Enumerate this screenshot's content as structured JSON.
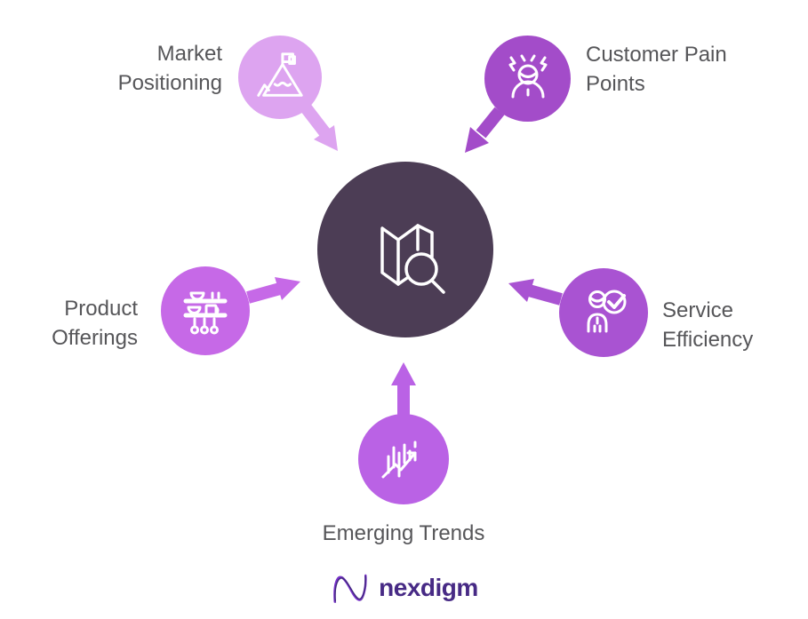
{
  "center": {
    "icon": "map-search-icon",
    "color": "#4c3d55",
    "icon_color": "#ffffff"
  },
  "nodes": [
    {
      "id": "market-positioning",
      "label": "Market Positioning",
      "icon": "mountain-flag-icon",
      "color": "#dda4f0"
    },
    {
      "id": "customer-pain-points",
      "label": "Customer Pain Points",
      "icon": "frustrated-person-icon",
      "color": "#a34cc9"
    },
    {
      "id": "product-offerings",
      "label": "Product Offerings",
      "icon": "shelf-products-icon",
      "color": "#c669e7"
    },
    {
      "id": "service-efficiency",
      "label": "Service Efficiency",
      "icon": "person-check-icon",
      "color": "#a953d2"
    },
    {
      "id": "emerging-trends",
      "label": "Emerging Trends",
      "icon": "trend-chart-icon",
      "color": "#ba62e5"
    }
  ],
  "label_color": "#565659",
  "footer": {
    "brand": "nexdigm",
    "brand_color": "#472a85"
  }
}
